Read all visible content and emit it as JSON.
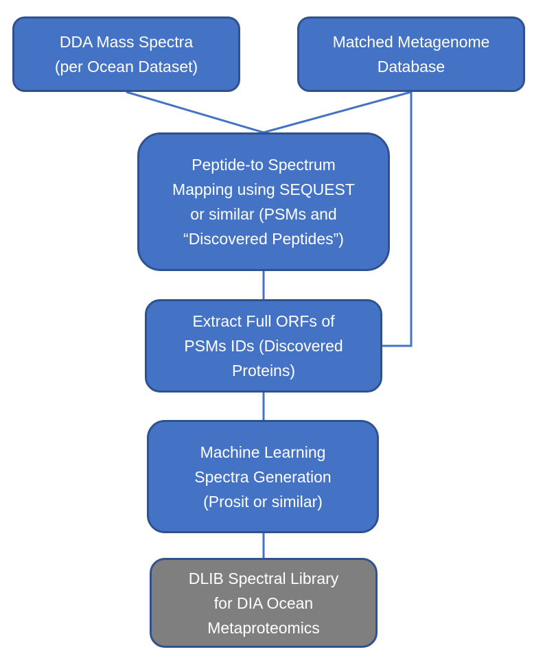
{
  "colors": {
    "box_fill": "#4472c4",
    "box_border": "#2f528f",
    "output_fill": "#7f7f7f",
    "connector": "#4472c4",
    "text": "#ffffff"
  },
  "nodes": {
    "dda_spectra": "DDA Mass Spectra\n(per Ocean Dataset)",
    "metagenome_db": "Matched Metagenome\nDatabase",
    "peptide_mapping": "Peptide-to Spectrum\nMapping using SEQUEST\nor similar (PSMs and\n“Discovered Peptides”)",
    "extract_orfs": "Extract Full ORFs of\nPSMs IDs (Discovered\nProteins)",
    "ml_generation": "Machine Learning\nSpectra Generation\n(Prosit or similar)",
    "dlib_library": "DLIB Spectral Library\nfor DIA Ocean\nMetaproteomics"
  },
  "edges": [
    {
      "from": "dda_spectra",
      "to": "peptide_mapping"
    },
    {
      "from": "metagenome_db",
      "to": "peptide_mapping"
    },
    {
      "from": "metagenome_db",
      "to": "extract_orfs"
    },
    {
      "from": "peptide_mapping",
      "to": "extract_orfs"
    },
    {
      "from": "extract_orfs",
      "to": "ml_generation"
    },
    {
      "from": "ml_generation",
      "to": "dlib_library"
    }
  ]
}
